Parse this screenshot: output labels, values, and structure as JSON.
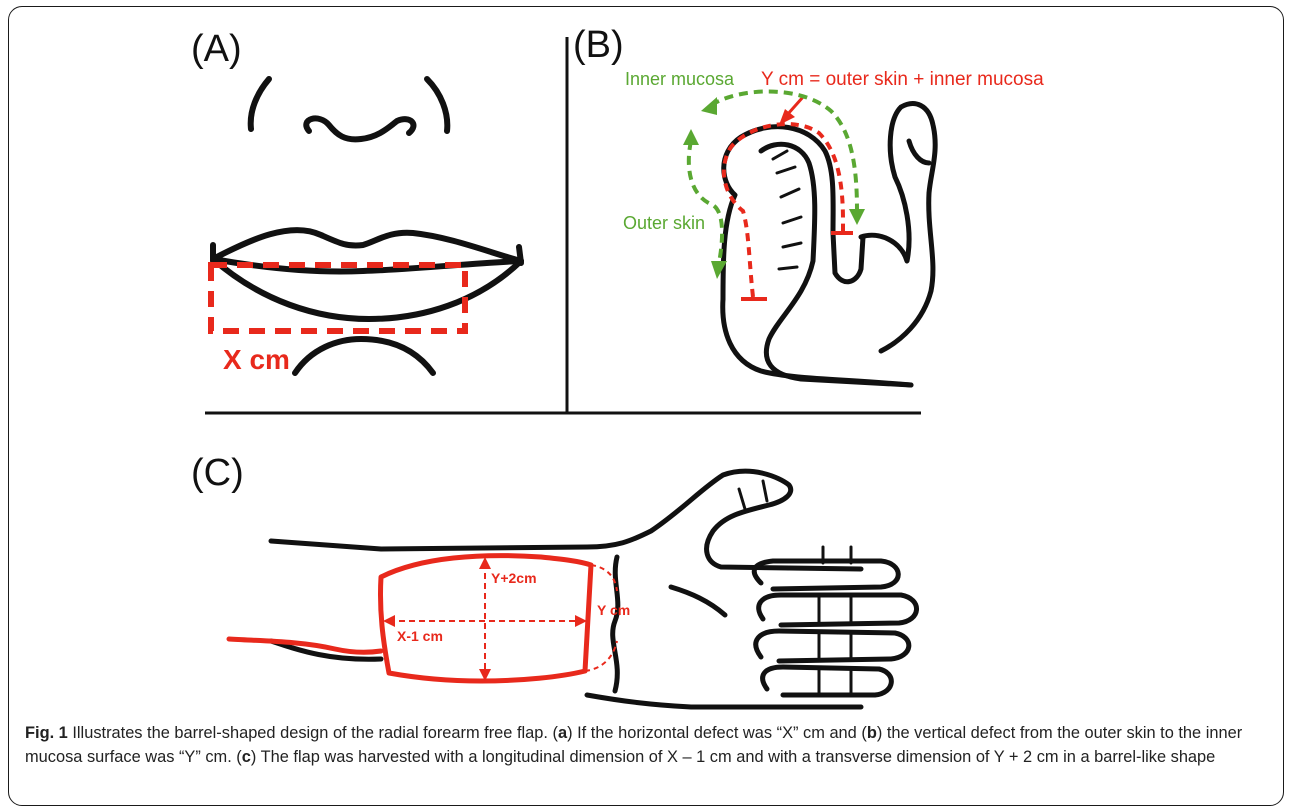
{
  "figure": {
    "panel_a": {
      "letter": "(A)",
      "x_label": "X cm"
    },
    "panel_b": {
      "letter": "(B)",
      "y_label": "Y cm = outer skin + inner mucosa",
      "inner_label": "Inner mucosa",
      "outer_label": "Outer skin"
    },
    "panel_c": {
      "letter": "(C)",
      "y_plus_label": "Y+2cm",
      "x_minus_label": "X-1 cm",
      "y_label": "Y cm"
    },
    "colors": {
      "red": "#e8291c",
      "green": "#5aa832",
      "line": "#111111"
    }
  },
  "caption": {
    "fig_label": "Fig. 1",
    "t1": " Illustrates the barrel-shaped design of the radial forearm free flap. (",
    "a": "a",
    "t2": ") If the horizontal defect was “X” cm and (",
    "b": "b",
    "t3": ") the vertical defect from the outer skin to the inner mucosa surface was “Y” cm. (",
    "c": "c",
    "t4": ") The flap was harvested with a longitudinal dimension of X – 1 cm and with a transverse dimension of Y + 2 cm in a barrel-like shape"
  }
}
